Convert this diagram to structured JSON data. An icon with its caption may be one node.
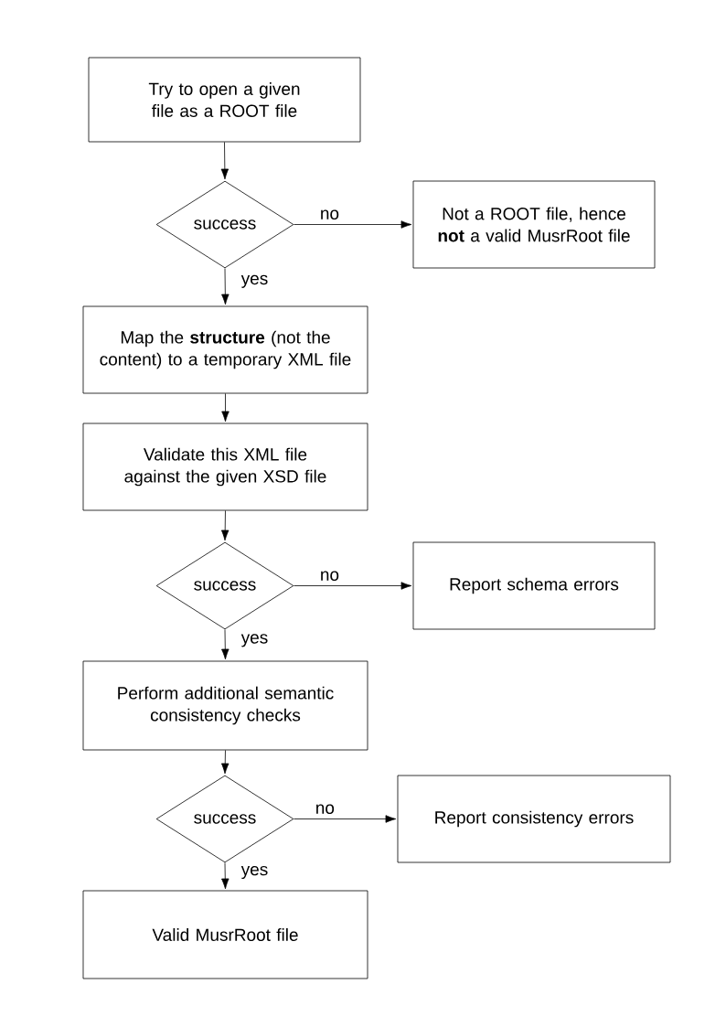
{
  "diagram": {
    "nodes": [
      {
        "text": [
          "Try to open a given file as a ROOT file"
        ]
      },
      {
        "text": [
          "success"
        ]
      },
      {
        "text": [
          "Not a ROOT file, hence **not** a valid MusrRoot file"
        ]
      },
      {
        "text": [
          "Map the **structure** (not the content) to a temporary XML file"
        ]
      },
      {
        "text": [
          "Validate this XML file against the given XSD file"
        ]
      },
      {
        "text": [
          "success"
        ]
      },
      {
        "text": [
          "Report schema errors"
        ]
      },
      {
        "text": [
          "Perform additional semantic consistency checks"
        ]
      },
      {
        "text": [
          "success"
        ]
      },
      {
        "text": [
          "Report consistency errors"
        ]
      },
      {
        "text": [
          "Valid MusrRoot file"
        ]
      }
    ],
    "edges": [
      {
        "from": 0,
        "to": 1,
        "arrow": "to"
      },
      {
        "from": 1,
        "to": 2,
        "arrow": "to",
        "label": "no"
      },
      {
        "from": 1,
        "to": 3,
        "arrow": "to",
        "label": "yes"
      },
      {
        "from": 3,
        "to": 4,
        "arrow": "to"
      },
      {
        "from": 4,
        "to": 5,
        "arrow": "to"
      },
      {
        "from": 5,
        "to": 6,
        "arrow": "to",
        "label": "no"
      },
      {
        "from": 5,
        "to": 7,
        "arrow": "to",
        "label": "yes"
      },
      {
        "from": 7,
        "to": 8,
        "arrow": "to"
      },
      {
        "from": 8,
        "to": 9,
        "arrow": "to",
        "label": "no"
      },
      {
        "from": 8,
        "to": 10,
        "arrow": "to",
        "label": "yes"
      }
    ]
  }
}
